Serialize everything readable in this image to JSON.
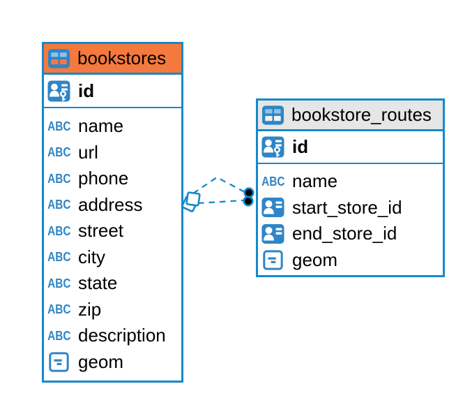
{
  "colors": {
    "canvas_bg": "#ffffff",
    "table_border": "#1589cb",
    "bookstores_header_bg": "#f5793d",
    "routes_header_bg": "#e6e6e6",
    "icon_blue": "#2f85c7",
    "connector_blue": "#1589cb",
    "marker_dot_fill": "#000000",
    "row_text": "#000000"
  },
  "icons": {
    "text_type_glyph": "ABC"
  },
  "tables": [
    {
      "title": "bookstores",
      "columns": [
        {
          "name": "id",
          "type": "primary-key"
        },
        {
          "name": "name",
          "type": "text"
        },
        {
          "name": "url",
          "type": "text"
        },
        {
          "name": "phone",
          "type": "text"
        },
        {
          "name": "address",
          "type": "text"
        },
        {
          "name": "street",
          "type": "text"
        },
        {
          "name": "city",
          "type": "text"
        },
        {
          "name": "state",
          "type": "text"
        },
        {
          "name": "zip",
          "type": "text"
        },
        {
          "name": "description",
          "type": "text"
        },
        {
          "name": "geom",
          "type": "geometry"
        }
      ]
    },
    {
      "title": "bookstore_routes",
      "columns": [
        {
          "name": "id",
          "type": "primary-key"
        },
        {
          "name": "name",
          "type": "text"
        },
        {
          "name": "start_store_id",
          "type": "reference"
        },
        {
          "name": "end_store_id",
          "type": "reference"
        },
        {
          "name": "geom",
          "type": "geometry"
        }
      ]
    }
  ],
  "relationships": [
    {
      "from": "bookstore_routes.start_store_id",
      "to": "bookstores",
      "style": "dashed"
    },
    {
      "from": "bookstore_routes.end_store_id",
      "to": "bookstores",
      "style": "dashed"
    }
  ]
}
